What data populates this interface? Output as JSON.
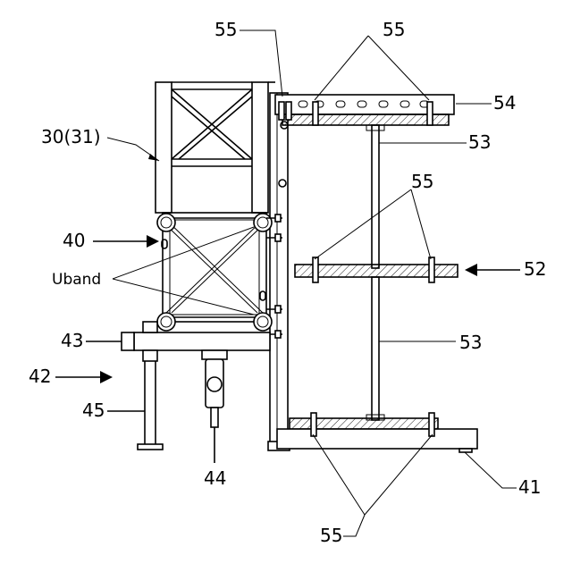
{
  "labels": {
    "l55_top_left": "55",
    "l55_top_right": "55",
    "l54": "54",
    "l30": "30(31)",
    "l53_top": "53",
    "l55_mid": "55",
    "l40": "40",
    "l52": "52",
    "uband": "Uband",
    "l43": "43",
    "l53_bottom": "53",
    "l42": "42",
    "l45": "45",
    "l41": "41",
    "l44": "44",
    "l55_bottom": "55"
  }
}
